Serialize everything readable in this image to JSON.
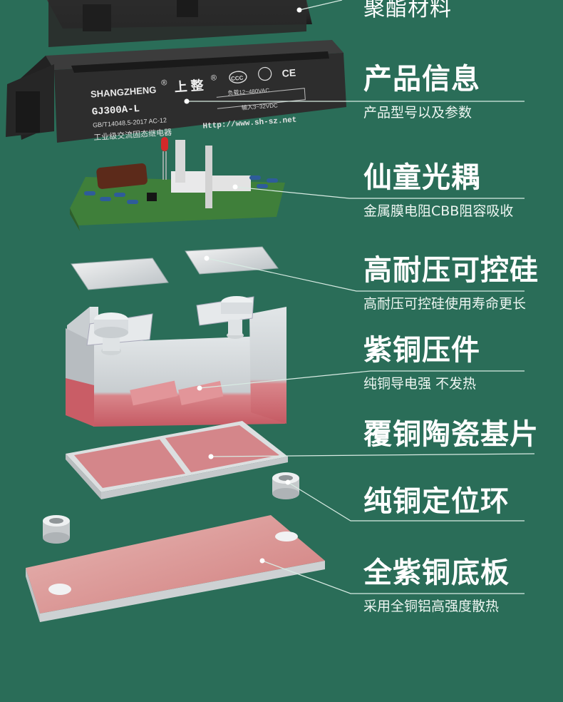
{
  "labels": [
    {
      "title": "聚酯材料",
      "subtitle": ""
    },
    {
      "title": "产品信息",
      "subtitle": "产品型号以及参数"
    },
    {
      "title": "仙童光耦",
      "subtitle": "金属膜电阻CBB阻容吸收"
    },
    {
      "title": "高耐压可控硅",
      "subtitle": "高耐压可控硅使用寿命更长"
    },
    {
      "title": "紫铜压件",
      "subtitle": "纯铜导电强 不发热"
    },
    {
      "title": "覆铜陶瓷基片",
      "subtitle": ""
    },
    {
      "title": "纯铜定位环",
      "subtitle": ""
    },
    {
      "title": "全紫铜底板",
      "subtitle": "采用全铜铝高强度散热"
    }
  ],
  "product": {
    "brand_en": "SHANGZHENG",
    "registered": "®",
    "brand_cn": "上 整",
    "model": "GJ300A-L",
    "standard": "GB/T14048.5-2017  AC-12",
    "name_cn": "工业级交流固态继电器",
    "url": "Http://www.sh-sz.net",
    "load": "负载12~480VAC",
    "input": "输入3~32VDC",
    "ccc_mark": "CCC",
    "ce_mark": "CE"
  },
  "colors": {
    "background": "#2a6d58",
    "copper": "#d98c8c",
    "housing": "#2b2b2b",
    "line": "#d8ebe3"
  }
}
